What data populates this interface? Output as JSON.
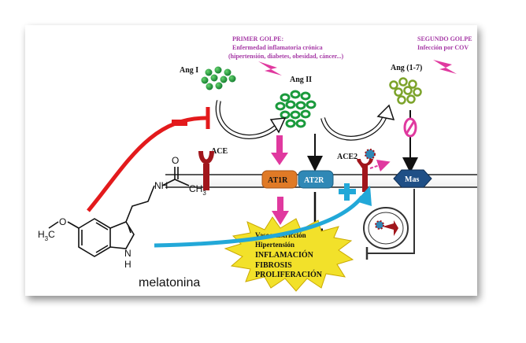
{
  "labels": {
    "primer_golpe_title": "PRIMER GOLPE:",
    "primer_golpe_line1": "Enfermedad inflamatoria crónica",
    "primer_golpe_line2": "(hipertensión, diabetes, obesidad, cáncer...)",
    "segundo_golpe_title": "SEGUNDO GOLPE",
    "segundo_golpe_line1": "Infección por COV",
    "ang1": "Ang I",
    "ang2": "Ang II",
    "ang17": "Ang (1-7)",
    "ace": "ACE",
    "ace2": "ACE2",
    "at1r": "AT1R",
    "at2r": "AT2R",
    "mas": "Mas",
    "minus_sign": "−",
    "plus_sign": "+"
  },
  "effects": [
    "Vasoconstricción",
    "Hipertensión",
    "INFLAMACIÓN",
    "FIBROSIS",
    "PROLIFERACIÓN"
  ],
  "molecule": {
    "h3c": "H",
    "h3c_sub": "3",
    "h3c_c": "C",
    "o_methoxy": "O",
    "nh_amide": "NH",
    "o_carbonyl": "O",
    "ch3_c": "CH",
    "ch3_sub": "3",
    "indole_n": "N",
    "indole_h": "H"
  },
  "caption": "melatonina",
  "colors": {
    "green_cluster": "#1a9a3c",
    "olive_cluster": "#7ca32a",
    "magenta": "#e0399f",
    "receptor_red": "#a1161c",
    "at1r_orange": "#e07a26",
    "at2r_blue": "#2f88b6",
    "mas_navy": "#1f4f86",
    "inhibit_red": "#e31a1c",
    "cyan_arrow": "#22a8d8",
    "purple_text": "#a63aa6",
    "burst_yellow": "#f2e12a"
  }
}
